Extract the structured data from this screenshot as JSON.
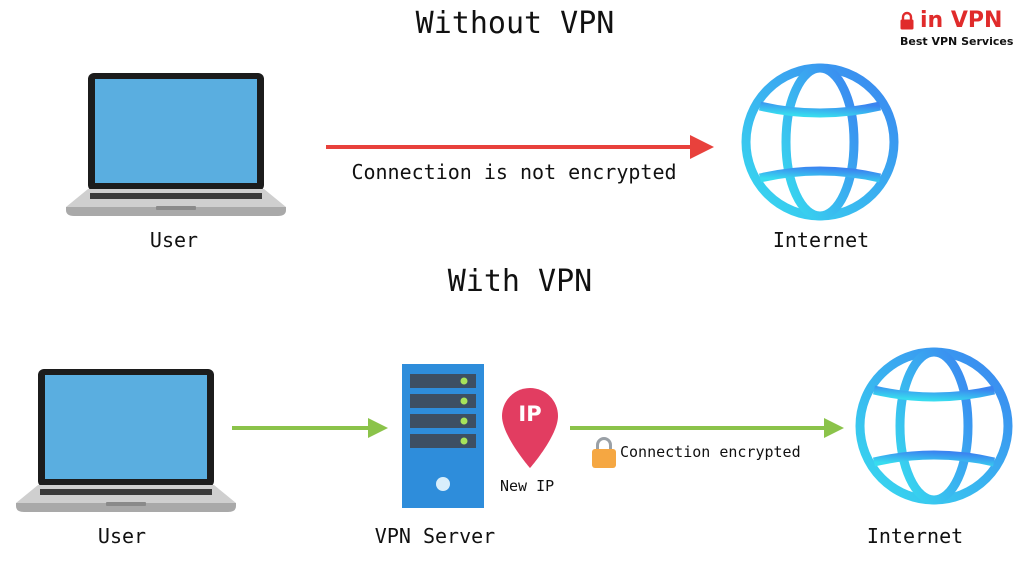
{
  "sections": {
    "without_vpn": {
      "title": "Without VPN",
      "user_label": "User",
      "internet_label": "Internet",
      "connection_label": "Connection is not encrypted"
    },
    "with_vpn": {
      "title": "With VPN",
      "user_label": "User",
      "server_label": "VPN Server",
      "ip_badge": "IP",
      "new_ip_label": "New IP",
      "connection_label": "Connection encrypted",
      "internet_label": "Internet"
    }
  },
  "brand": {
    "name": "in VPN",
    "tagline": "Best VPN Services"
  },
  "colors": {
    "unencrypted_arrow": "#e8413c",
    "encrypted_arrow": "#8bc34a",
    "laptop_screen": "#5aaee0",
    "server_body": "#2e8ddb",
    "ip_pin": "#e23d61",
    "lock": "#f5a742",
    "globe_light": "#38d8ef",
    "globe_dark": "#3b88f0"
  },
  "icons": {
    "laptop": "laptop-icon",
    "globe": "globe-icon",
    "server": "server-icon",
    "pin": "location-pin-icon",
    "lock": "lock-icon"
  }
}
